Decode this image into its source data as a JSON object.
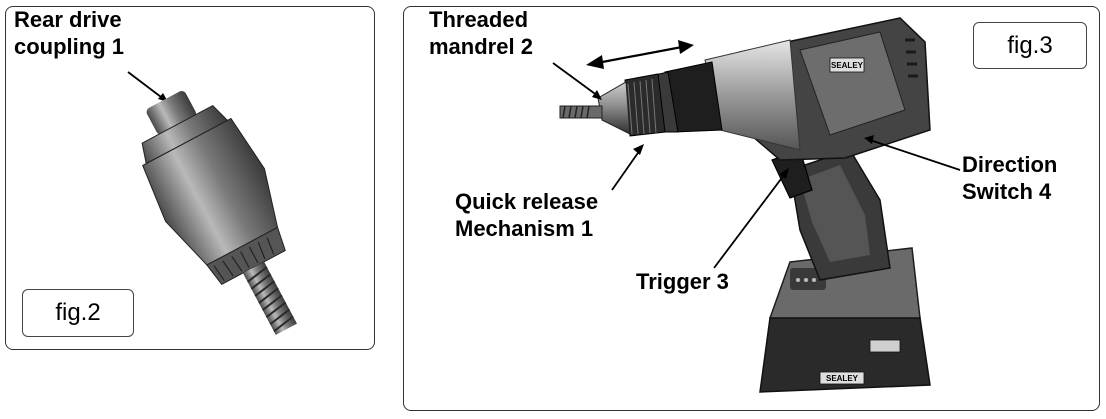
{
  "left_panel": {
    "label_rear_drive_coupling": [
      "Rear drive",
      "coupling 1"
    ],
    "fig_label": "fig.2"
  },
  "right_panel": {
    "fig_label": "fig.3",
    "label_threaded_mandrel": [
      "Threaded",
      "mandrel 2"
    ],
    "label_quick_release": [
      "Quick release",
      "Mechanism 1"
    ],
    "label_direction_switch": [
      "Direction",
      "Switch 4"
    ],
    "label_trigger": "Trigger 3",
    "tool_branding": "SEALEY"
  },
  "colors": {
    "panel_border": "#333333",
    "tool_body_dark": "#2e2e2e",
    "tool_body_grey": "#6f6f6f",
    "metal": "#8a8a8a"
  }
}
